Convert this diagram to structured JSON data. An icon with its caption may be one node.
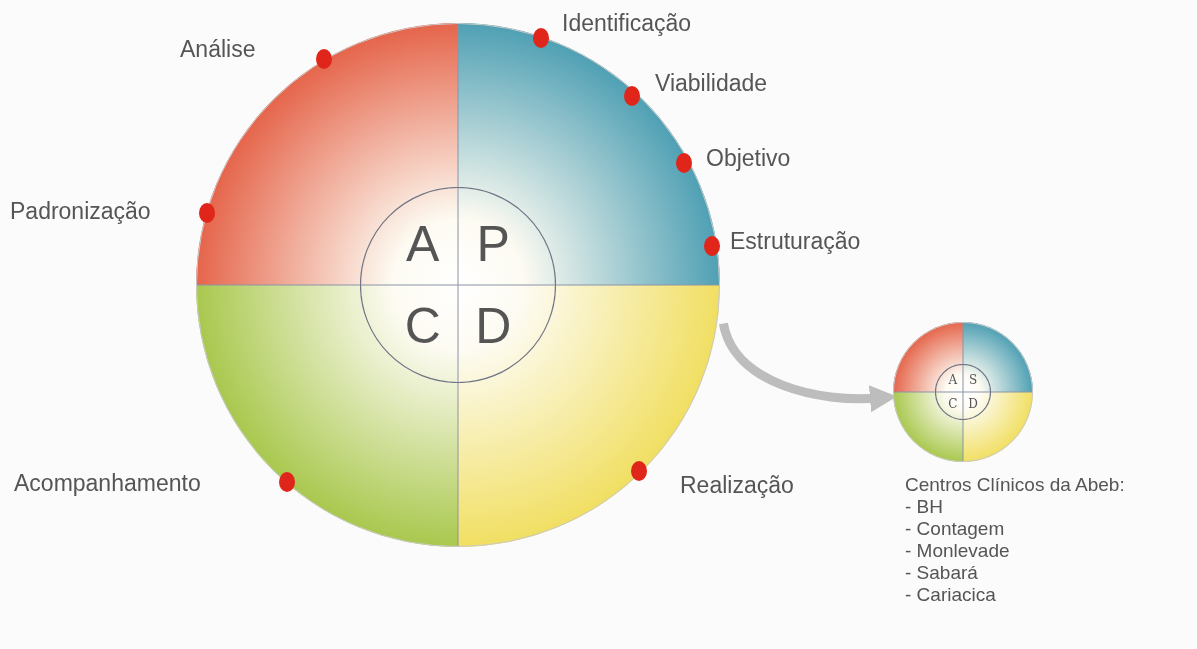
{
  "diagram": {
    "nodes": [
      {
        "text": [],
        "shape": "circle"
      },
      {
        "text": [
          "A",
          "P",
          "C",
          "D"
        ],
        "in": 0
      },
      {
        "text": [],
        "shape": "circle",
        "beside": [
          "Centros Clínicos da Abeb:",
          "- BH",
          "- Contagem",
          "- Monlevade",
          "- Sabará",
          "- Cariacica"
        ]
      },
      {
        "text": [
          "A",
          "S",
          "C",
          "D"
        ],
        "in": 2
      }
    ],
    "edges": [
      {
        "from": 0,
        "to": 2,
        "arrow": "to"
      }
    ],
    "labels": [
      "Identificação",
      "Análise",
      "Viabilidade",
      "Objetivo",
      "Padronização",
      "Estruturação",
      "Acompanhamento",
      "Realização"
    ]
  }
}
